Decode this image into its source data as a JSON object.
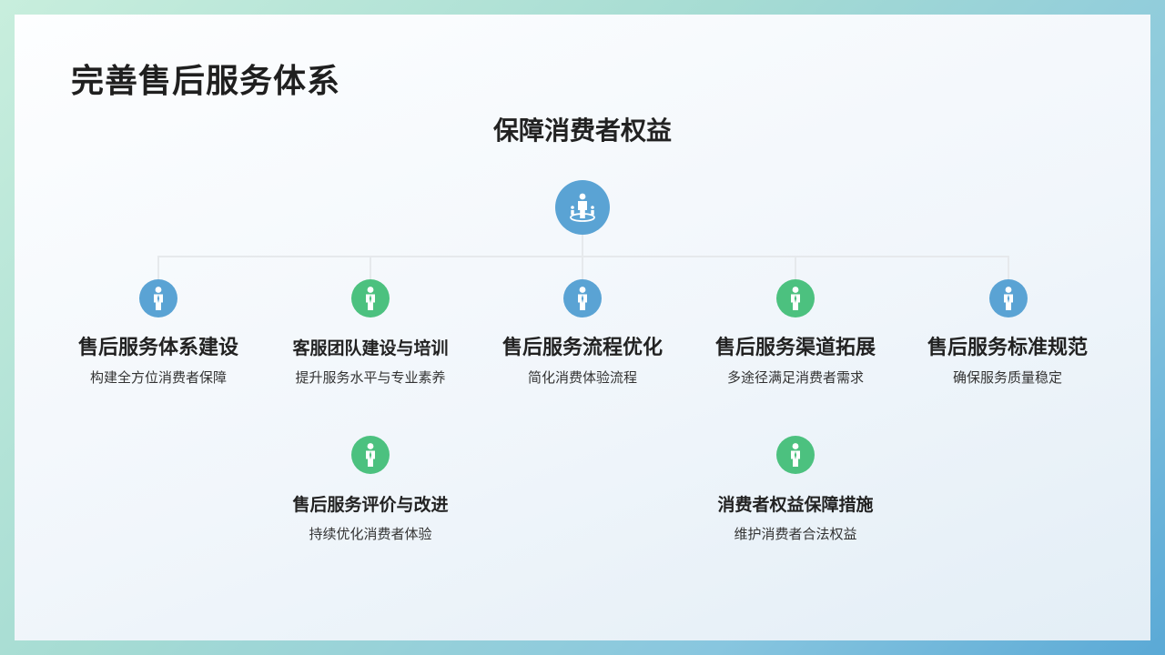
{
  "page_title": "完善售后服务体系",
  "root": {
    "title": "保障消费者权益",
    "icon": "person-standing-icon",
    "color": "#5aa3d4"
  },
  "nodes": [
    {
      "title": "售后服务体系建设",
      "subtitle": "构建全方位消费者保障",
      "icon": "person-icon",
      "color": "#5aa3d4"
    },
    {
      "title": "客服团队建设与培训",
      "subtitle": "提升服务水平与专业素养",
      "icon": "person-icon",
      "color": "#4cc17f"
    },
    {
      "title": "售后服务流程优化",
      "subtitle": "简化消费体验流程",
      "icon": "person-icon",
      "color": "#5aa3d4"
    },
    {
      "title": "售后服务渠道拓展",
      "subtitle": "多途径满足消费者需求",
      "icon": "person-icon",
      "color": "#4cc17f"
    },
    {
      "title": "售后服务标准规范",
      "subtitle": "确保服务质量稳定",
      "icon": "person-icon",
      "color": "#5aa3d4"
    },
    {
      "title": "售后服务评价与改进",
      "subtitle": "持续优化消费者体验",
      "icon": "person-icon",
      "color": "#4cc17f"
    },
    {
      "title": "消费者权益保障措施",
      "subtitle": "维护消费者合法权益",
      "icon": "person-icon",
      "color": "#4cc17f"
    }
  ]
}
